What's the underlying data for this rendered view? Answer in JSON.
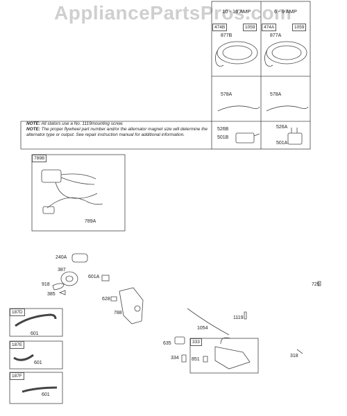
{
  "watermark": "AppliancePartsPros.com",
  "stators": {
    "left_title": "10 - 16 AMP",
    "right_title": "6 - 9 AMP",
    "left_box": "474B",
    "right_box": "474A",
    "left_screw_box": "1059",
    "right_screw_box": "1059",
    "left_stator": "877B",
    "right_stator": "877A",
    "left_cable": "578A",
    "right_cable": "578A",
    "left_reg_top": "526B",
    "left_reg_bottom": "501B",
    "right_reg_top": "526A",
    "right_reg_bottom": "501A"
  },
  "notes": {
    "note1_label": "NOTE:",
    "note1_text": "All stators use a No. 1119mounting screw.",
    "note2_label": "NOTE:",
    "note2_text": "The proper flywheel part number and/or the alternator magnet size will determine the alternator type or output. See repair instruction manual for additional information."
  },
  "harness": {
    "box": "789B",
    "part": "789A"
  },
  "parts": {
    "p240A": "240A",
    "p387": "387",
    "p601A": "601A",
    "p918": "918",
    "p385": "385",
    "p628": "628",
    "p788": "788",
    "p729": "729",
    "p1054": "1054",
    "p1119": "1119",
    "p635": "635",
    "p333": "333",
    "p334": "334",
    "p851": "851",
    "p318": "318"
  },
  "tubes": {
    "d_box": "187D",
    "d_part": "601",
    "e_box": "187E",
    "e_part": "601",
    "f_box": "187F",
    "f_part": "601"
  }
}
